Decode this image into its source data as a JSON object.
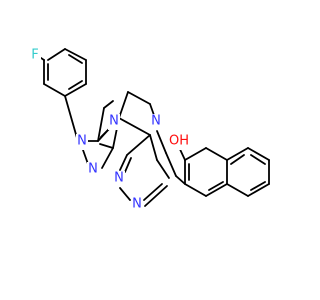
{
  "molecule": {
    "atoms": [
      {
        "id": "F",
        "label": "F",
        "color": "#33CCCC"
      },
      {
        "id": "N1",
        "label": "N",
        "color": "#3333FF"
      },
      {
        "id": "N2",
        "label": "N",
        "color": "#3333FF"
      },
      {
        "id": "N3",
        "label": "N",
        "color": "#3333FF"
      },
      {
        "id": "N4",
        "label": "N",
        "color": "#3333FF"
      },
      {
        "id": "N5",
        "label": "N",
        "color": "#3333FF"
      },
      {
        "id": "N6",
        "label": "N",
        "color": "#3333FF"
      },
      {
        "id": "O",
        "label": "OH",
        "color": "#FF0D0D"
      }
    ],
    "bond_color": "#000000"
  }
}
